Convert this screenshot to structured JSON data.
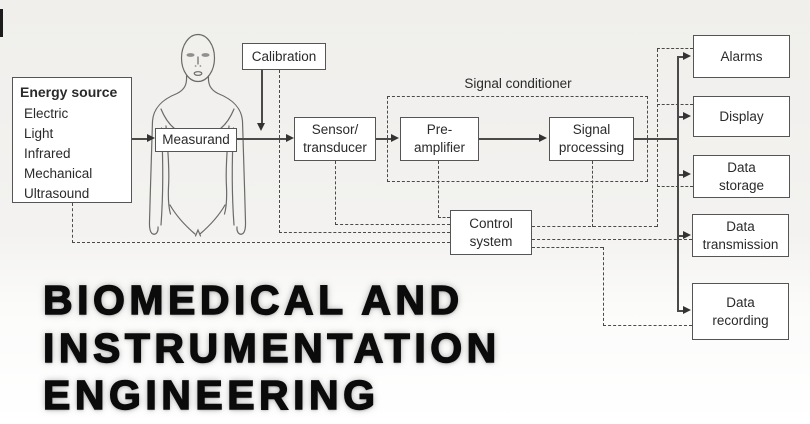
{
  "colors": {
    "line": "#4a4a4a",
    "box-border": "#555555",
    "box-bg": "#ffffff",
    "text": "#2a2a2a",
    "title": "#0b0b0b",
    "bg-top": "#f0efec",
    "bg-bottom": "#ffffff"
  },
  "title": {
    "line1": "BIOMEDICAL AND",
    "line2": "INSTRUMENTATION",
    "line3": "ENGINEERING"
  },
  "diagram": {
    "energy_source": {
      "header": "Energy source",
      "items": [
        "Electric",
        "Light",
        "Infrared",
        "Mechanical",
        "Ultrasound"
      ]
    },
    "calibration_label": "Calibration",
    "measurand_label": "Measurand",
    "sensor_label": "Sensor/\ntransducer",
    "signal_conditioner_label": "Signal conditioner",
    "preamplifier_label": "Pre-\namplifier",
    "signal_processing_label": "Signal\nprocessing",
    "control_system_label": "Control\nsystem",
    "outputs": [
      "Alarms",
      "Display",
      "Data\nstorage",
      "Data\ntransmission",
      "Data\nrecording"
    ]
  }
}
